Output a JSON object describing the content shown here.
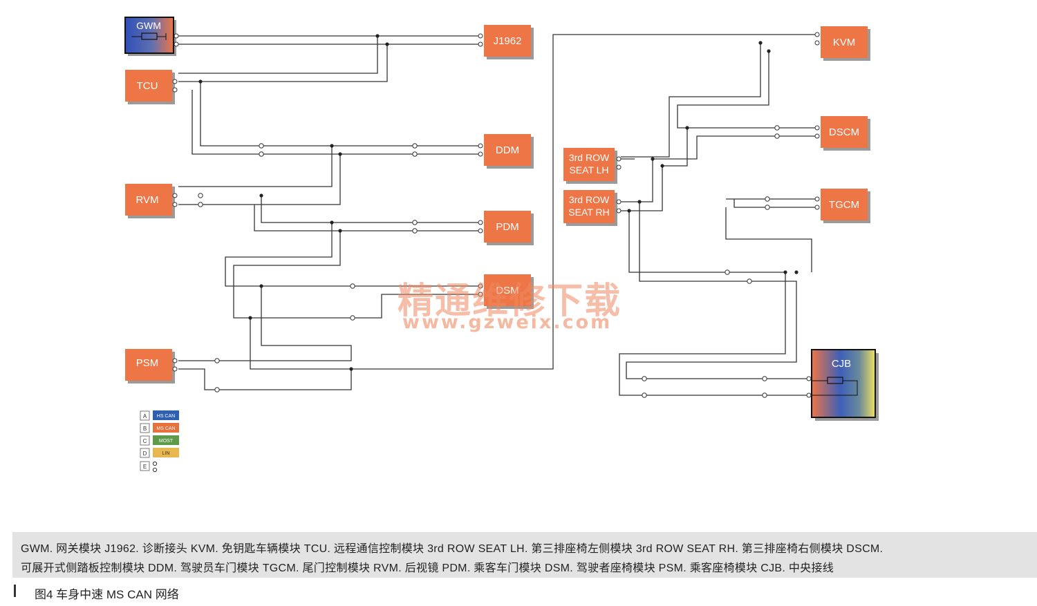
{
  "modules": {
    "gwm": "GWM",
    "j1962": "J1962",
    "kvm": "KVM",
    "tcu": "TCU",
    "ddm": "DDM",
    "dscm": "DSCM",
    "row3_lh_line1": "3rd ROW",
    "row3_lh_line2": "SEAT LH",
    "row3_rh_line1": "3rd ROW",
    "row3_rh_line2": "SEAT RH",
    "rvm": "RVM",
    "pdm": "PDM",
    "tgcm": "TGCM",
    "dsm": "DSM",
    "psm": "PSM",
    "cjb": "CJB"
  },
  "legend": [
    {
      "letter": "A",
      "label": "HS CAN",
      "color": "#2f5fb0"
    },
    {
      "letter": "B",
      "label": "MS CAN",
      "color": "#e8703a"
    },
    {
      "letter": "C",
      "label": "MOST",
      "color": "#5d9a4a"
    },
    {
      "letter": "D",
      "label": "LIN",
      "color": "#e8b84e"
    },
    {
      "letter": "E",
      "label": "",
      "color": ""
    }
  ],
  "colors": {
    "module_fill": "#ee7546",
    "module_shadow": "#9a9a9a",
    "wire": "#333333",
    "caption_bg": "#e3e3e3"
  },
  "watermark": {
    "cn": "精通维修下载",
    "url": "www.gzweix.com"
  },
  "caption": {
    "line1": "GWM. 网关模块  J1962. 诊断接头  KVM. 免钥匙车辆模块  TCU. 远程通信控制模块  3rd  ROW  SEAT  LH. 第三排座椅左侧模块  3rd  ROW  SEAT  RH. 第三排座椅右侧模块  DSCM.",
    "line2": "可展开式侧踏板控制模块  DDM. 驾驶员车门模块  TGCM. 尾门控制模块  RVM. 后视镜  PDM. 乘客车门模块  DSM. 驾驶者座椅模块  PSM. 乘客座椅模块  CJB. 中央接线"
  },
  "figure_title": "图4  车身中速 MS CAN 网络"
}
